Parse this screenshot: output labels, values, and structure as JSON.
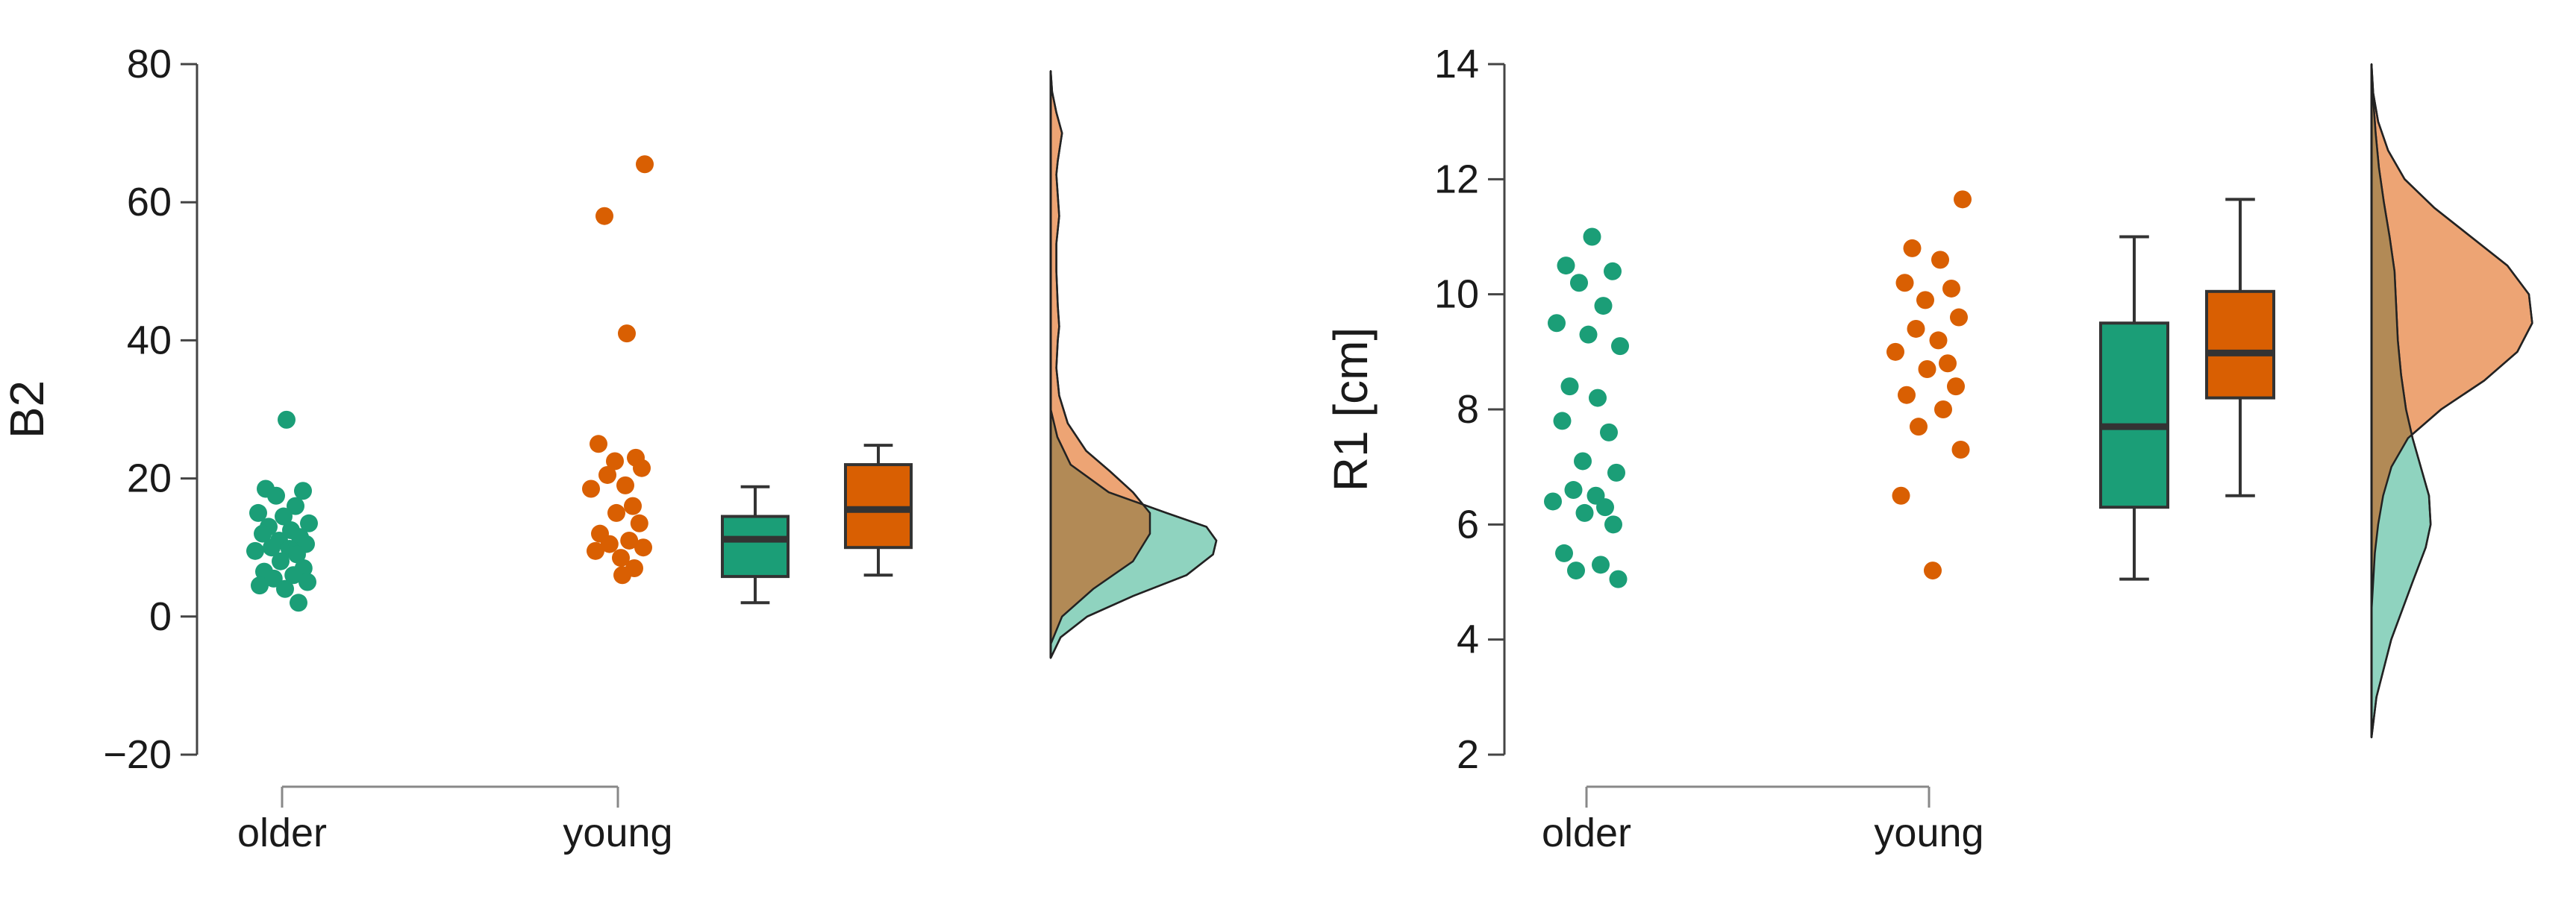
{
  "colors": {
    "older": "#1b9e77",
    "young": "#d95f02",
    "older_fill": "#8fd3bf",
    "young_fill": "#eda474",
    "overlap": "#b28a56",
    "axis": "#333333"
  },
  "chart_data": [
    {
      "type": "raincloud",
      "title": "",
      "xlabel": "",
      "ylabel": "B2",
      "ylim": [
        -20,
        80
      ],
      "yticks": [
        -20,
        0,
        20,
        40,
        60,
        80
      ],
      "ytick_labels": [
        "−20",
        "0",
        "20",
        "40",
        "60",
        "80"
      ],
      "categories": [
        "older",
        "young"
      ],
      "series": [
        {
          "name": "older",
          "points": [
            28.5,
            18.5,
            18.2,
            17.5,
            16,
            15,
            14.5,
            13.5,
            13,
            12.5,
            12,
            11.5,
            11,
            10.5,
            10,
            9.8,
            9.5,
            9,
            8,
            7,
            6.5,
            6,
            5.5,
            5,
            4.5,
            4,
            2
          ],
          "box": {
            "min": 2,
            "q1": 5.8,
            "median": 11.2,
            "q3": 14.5,
            "max": 18.8
          },
          "density": [
            [
              -6,
              0
            ],
            [
              -3,
              0.06
            ],
            [
              0,
              0.22
            ],
            [
              3,
              0.5
            ],
            [
              6,
              0.82
            ],
            [
              9,
              0.98
            ],
            [
              11,
              1.0
            ],
            [
              13,
              0.94
            ],
            [
              15,
              0.7
            ],
            [
              18,
              0.35
            ],
            [
              22,
              0.12
            ],
            [
              26,
              0.04
            ],
            [
              30,
              0
            ]
          ]
        },
        {
          "name": "young",
          "points": [
            65.5,
            58,
            41,
            25,
            23,
            22.5,
            21.5,
            20.5,
            19,
            18.5,
            16,
            15,
            13.5,
            12,
            11,
            10.5,
            10,
            9.5,
            8.5,
            7,
            6
          ],
          "box": {
            "min": 6,
            "q1": 10,
            "median": 15.5,
            "q3": 22,
            "max": 24.8
          },
          "density": [
            [
              -4,
              0
            ],
            [
              0,
              0.08
            ],
            [
              4,
              0.3
            ],
            [
              8,
              0.58
            ],
            [
              12,
              0.7
            ],
            [
              15,
              0.7
            ],
            [
              18,
              0.58
            ],
            [
              21,
              0.42
            ],
            [
              24,
              0.25
            ],
            [
              28,
              0.12
            ],
            [
              32,
              0.06
            ],
            [
              36,
              0.04
            ],
            [
              40,
              0.05
            ],
            [
              42,
              0.06
            ],
            [
              45,
              0.05
            ],
            [
              50,
              0.04
            ],
            [
              54,
              0.04
            ],
            [
              58,
              0.06
            ],
            [
              61,
              0.05
            ],
            [
              64,
              0.04
            ],
            [
              66,
              0.05
            ],
            [
              70,
              0.08
            ],
            [
              73,
              0.04
            ],
            [
              76,
              0.01
            ],
            [
              79,
              0
            ]
          ]
        }
      ],
      "legend": "none",
      "grid": false
    },
    {
      "type": "raincloud",
      "title": "",
      "xlabel": "",
      "ylabel": "R1 [cm]",
      "ylim": [
        2,
        14
      ],
      "yticks": [
        2,
        4,
        6,
        8,
        10,
        12,
        14
      ],
      "ytick_labels": [
        "2",
        "4",
        "6",
        "8",
        "10",
        "12",
        "14"
      ],
      "categories": [
        "older",
        "young"
      ],
      "series": [
        {
          "name": "older",
          "points": [
            11,
            10.5,
            10.4,
            10.2,
            9.8,
            9.5,
            9.3,
            9.1,
            8.4,
            8.2,
            7.8,
            7.6,
            7.1,
            6.9,
            6.6,
            6.5,
            6.4,
            6.3,
            6.2,
            6.0,
            5.5,
            5.3,
            5.2,
            5.05
          ],
          "box": {
            "min": 5.05,
            "q1": 6.3,
            "median": 7.7,
            "q3": 9.5,
            "max": 11.0
          },
          "density": [
            [
              2.3,
              0
            ],
            [
              3,
              0.06
            ],
            [
              4,
              0.24
            ],
            [
              5,
              0.5
            ],
            [
              5.6,
              0.66
            ],
            [
              6,
              0.72
            ],
            [
              6.5,
              0.7
            ],
            [
              7,
              0.6
            ],
            [
              7.5,
              0.5
            ],
            [
              8,
              0.42
            ],
            [
              8.6,
              0.36
            ],
            [
              9.2,
              0.32
            ],
            [
              9.8,
              0.3
            ],
            [
              10.4,
              0.28
            ],
            [
              11,
              0.22
            ],
            [
              11.6,
              0.15
            ],
            [
              12.2,
              0.09
            ],
            [
              12.8,
              0.05
            ],
            [
              13.4,
              0.02
            ],
            [
              13.9,
              0
            ]
          ]
        },
        {
          "name": "young",
          "points": [
            11.65,
            10.8,
            10.6,
            10.2,
            10.1,
            9.9,
            9.6,
            9.4,
            9.2,
            9.0,
            8.8,
            8.7,
            8.4,
            8.25,
            8.0,
            7.7,
            7.3,
            6.5,
            5.2
          ],
          "box": {
            "min": 6.5,
            "q1": 8.2,
            "median": 8.98,
            "q3": 10.05,
            "max": 11.65
          },
          "density": [
            [
              4.5,
              0
            ],
            [
              5,
              0.01
            ],
            [
              5.5,
              0.02
            ],
            [
              6,
              0.04
            ],
            [
              6.5,
              0.07
            ],
            [
              7,
              0.12
            ],
            [
              7.5,
              0.22
            ],
            [
              8,
              0.42
            ],
            [
              8.5,
              0.68
            ],
            [
              9,
              0.88
            ],
            [
              9.5,
              0.97
            ],
            [
              10,
              0.95
            ],
            [
              10.5,
              0.82
            ],
            [
              11,
              0.6
            ],
            [
              11.5,
              0.38
            ],
            [
              12,
              0.2
            ],
            [
              12.5,
              0.1
            ],
            [
              13,
              0.04
            ],
            [
              13.5,
              0.01
            ],
            [
              14,
              0
            ]
          ]
        }
      ],
      "legend": "none",
      "grid": false
    }
  ]
}
